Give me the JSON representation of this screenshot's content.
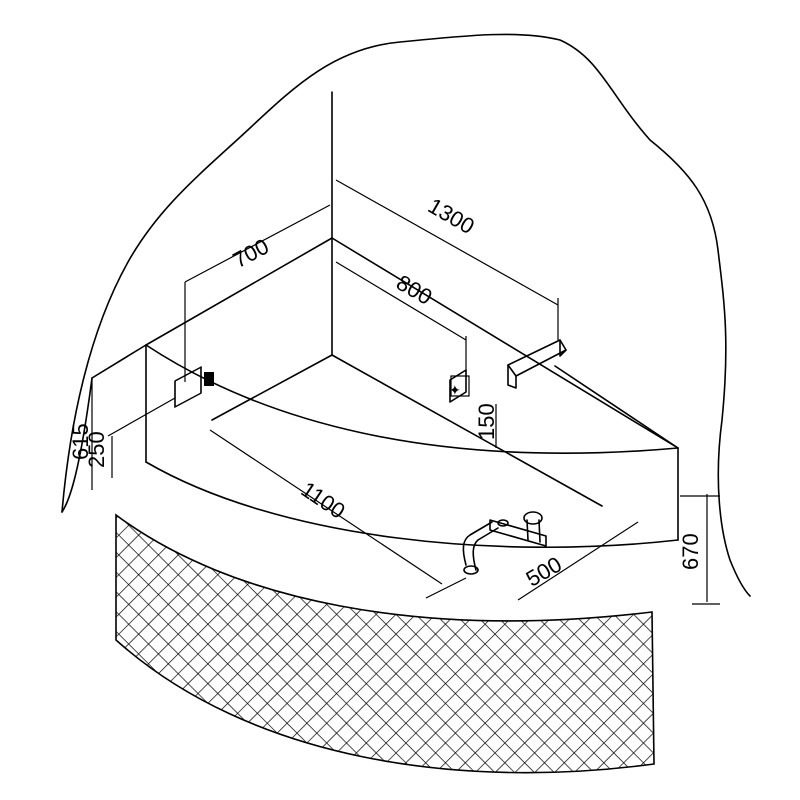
{
  "dimensions": {
    "width_700": "700",
    "length_1300": "1300",
    "inner_800": "800",
    "height_615": "615",
    "height_250": "250",
    "front_1100": "1100",
    "height_150": "150",
    "depth_500": "500",
    "height_670": "670"
  }
}
